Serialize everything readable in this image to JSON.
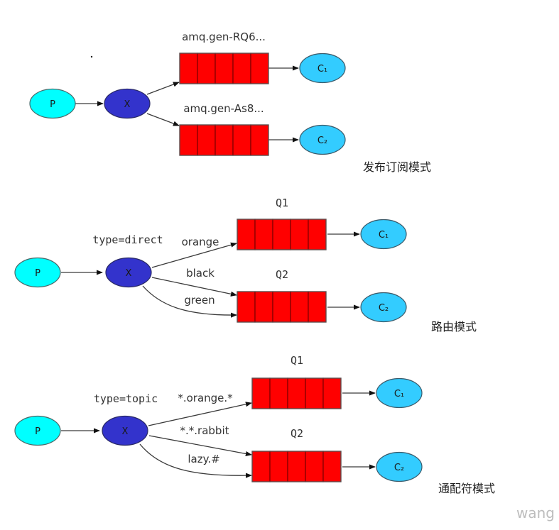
{
  "colors": {
    "producer": "#00ffff",
    "exchange": "#3333cc",
    "consumer": "#33ccff",
    "queue": "#ff0000"
  },
  "diagrams": [
    {
      "caption": "发布订阅模式",
      "exchange_type": "",
      "producer": "P",
      "exchange": "X",
      "queues": [
        {
          "name": "amq.gen-RQ6...",
          "consumer": "C₁",
          "bindings": [
            ""
          ]
        },
        {
          "name": "amq.gen-As8...",
          "consumer": "C₂",
          "bindings": [
            ""
          ]
        }
      ]
    },
    {
      "caption": "路由模式",
      "exchange_type": "type=direct",
      "producer": "P",
      "exchange": "X",
      "queues": [
        {
          "name": "Q1",
          "consumer": "C₁",
          "bindings": [
            "orange"
          ]
        },
        {
          "name": "Q2",
          "consumer": "C₂",
          "bindings": [
            "black",
            "green"
          ]
        }
      ]
    },
    {
      "caption": "通配符模式",
      "exchange_type": "type=topic",
      "producer": "P",
      "exchange": "X",
      "queues": [
        {
          "name": "Q1",
          "consumer": "C₁",
          "bindings": [
            "*.orange.*"
          ]
        },
        {
          "name": "Q2",
          "consumer": "C₂",
          "bindings": [
            "*.*.rabbit",
            "lazy.#"
          ]
        }
      ]
    }
  ],
  "watermark": "wang"
}
